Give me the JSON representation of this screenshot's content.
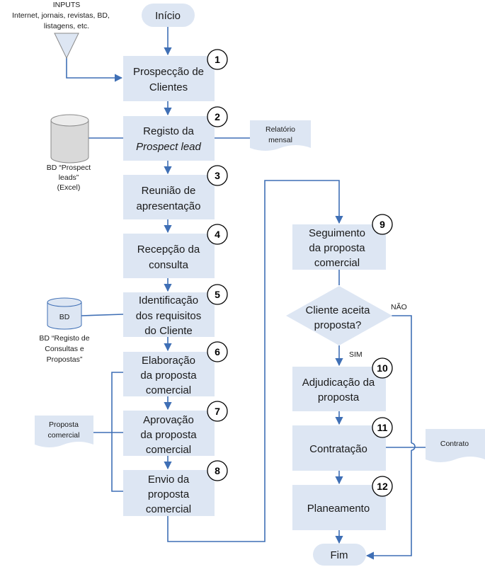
{
  "start_label": "Início",
  "end_label": "Fim",
  "inputs": {
    "title": "INPUTS",
    "line1": "Internet, jornais, revistas, BD,",
    "line2": "listagens, etc."
  },
  "steps": [
    {
      "num": "1",
      "lines": [
        "Prospecção de",
        "Clientes"
      ]
    },
    {
      "num": "2",
      "lines": [
        "Registo da",
        "Prospect lead"
      ]
    },
    {
      "num": "3",
      "lines": [
        "Reunião de",
        "apresentação"
      ]
    },
    {
      "num": "4",
      "lines": [
        "Recepção da",
        "consulta"
      ]
    },
    {
      "num": "5",
      "lines": [
        "Identificação",
        "dos requisitos",
        "do Cliente"
      ]
    },
    {
      "num": "6",
      "lines": [
        "Elaboração",
        "da proposta",
        "comercial"
      ]
    },
    {
      "num": "7",
      "lines": [
        "Aprovação",
        "da proposta",
        "comercial"
      ]
    },
    {
      "num": "8",
      "lines": [
        "Envio da",
        "proposta",
        "comercial"
      ]
    },
    {
      "num": "9",
      "lines": [
        "Seguimento",
        "da proposta",
        "comercial"
      ]
    },
    {
      "num": "10",
      "lines": [
        "Adjudicação da",
        "proposta"
      ]
    },
    {
      "num": "11",
      "lines": [
        "Contratação"
      ]
    },
    {
      "num": "12",
      "lines": [
        "Planeamento"
      ]
    }
  ],
  "decision": {
    "lines": [
      "Cliente aceita",
      "proposta?"
    ],
    "yes_label": "SIM",
    "no_label": "NÃO"
  },
  "databases": {
    "prospect": {
      "lines": [
        "BD “Prospect",
        "leads”",
        "(Excel)"
      ]
    },
    "consultas": {
      "cylinder_label": "BD",
      "lines": [
        "BD “Registo de",
        "Consultas e",
        "Propostas”"
      ]
    }
  },
  "documents": {
    "relatorio": [
      "Relatório",
      "mensal"
    ],
    "proposta": [
      "Proposta",
      "comercial"
    ],
    "contrato": [
      "Contrato"
    ]
  },
  "colors": {
    "box_fill": "#dde6f3",
    "arrow": "#3f6fb5"
  }
}
